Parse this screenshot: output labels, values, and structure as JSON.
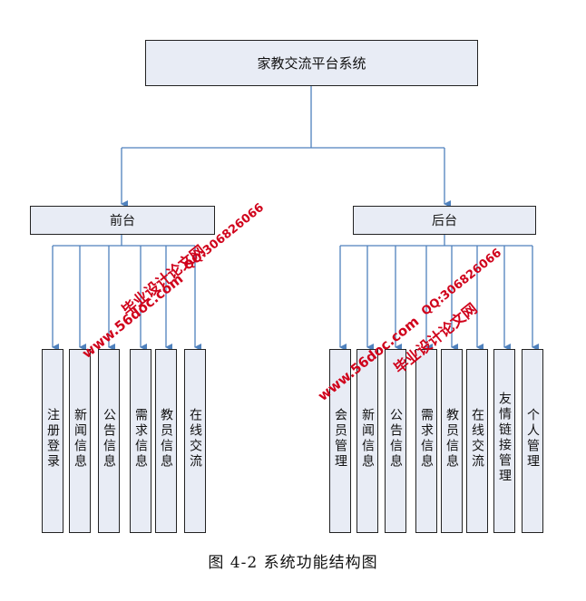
{
  "diagram": {
    "root": "家教交流平台系统",
    "front": {
      "label": "前台",
      "items": [
        "注册登录",
        "新闻信息",
        "公告信息",
        "需求信息",
        "教员信息",
        "在线交流"
      ]
    },
    "back": {
      "label": "后台",
      "items": [
        "会员管理",
        "新闻信息",
        "公告信息",
        "需求信息",
        "教员信息",
        "在线交流",
        "友情链接管理",
        "个人管理"
      ]
    }
  },
  "caption": "图 4-2 系统功能结构图",
  "watermarks": {
    "site": "www.56doc.com",
    "name": "毕业设计论文网",
    "qq": "QQ:306826066"
  },
  "colors": {
    "box_fill": "#e8ecf5",
    "connector": "#4f81bd",
    "watermark": "#d0021b"
  }
}
